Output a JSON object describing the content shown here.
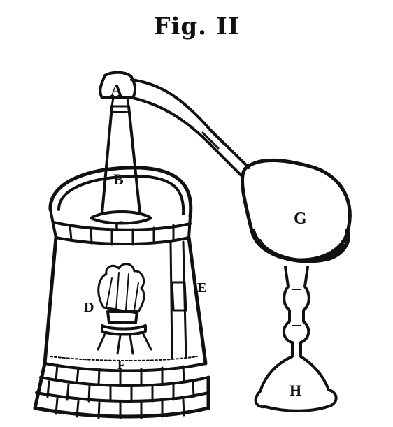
{
  "figure": {
    "title": "Fig. II",
    "labels": {
      "a": "A",
      "b": "B",
      "c": "C",
      "d": "D",
      "e": "E",
      "f": "F",
      "g": "G",
      "h": "H"
    }
  },
  "colors": {
    "ink": "#111111",
    "paper": "#ffffff"
  }
}
